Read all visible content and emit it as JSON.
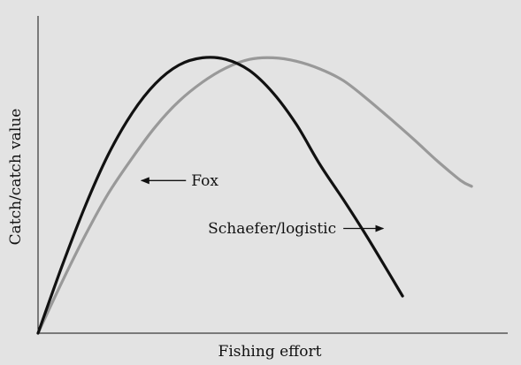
{
  "chart_data": {
    "type": "line",
    "title": "",
    "xlabel": "Fishing effort",
    "ylabel": "Catch/catch value",
    "xlim": [
      0,
      10
    ],
    "ylim": [
      0,
      10
    ],
    "grid": false,
    "tick_labels": false,
    "series": [
      {
        "id": "schaefer",
        "color": "#111111",
        "x": [
          0,
          0.5,
          1,
          1.5,
          2,
          2.5,
          3,
          3.5,
          4,
          4.5,
          5,
          5.5,
          6,
          6.5,
          7,
          7.5,
          7.76
        ],
        "y": [
          0,
          2.07,
          3.99,
          5.64,
          6.93,
          7.87,
          8.45,
          8.68,
          8.63,
          8.28,
          7.58,
          6.58,
          5.32,
          4.21,
          3.05,
          1.82,
          1.17
        ]
      },
      {
        "id": "fox",
        "color": "#999999",
        "x": [
          0,
          0.5,
          1,
          1.5,
          2,
          2.5,
          3,
          3.5,
          4,
          4.5,
          5,
          5.5,
          6,
          6.5,
          7,
          7.5,
          8,
          8.5,
          9,
          9.23
        ],
        "y": [
          0,
          1.58,
          3.07,
          4.41,
          5.51,
          6.51,
          7.31,
          7.91,
          8.36,
          8.63,
          8.68,
          8.57,
          8.33,
          7.96,
          7.39,
          6.76,
          6.11,
          5.43,
          4.81,
          4.63
        ]
      }
    ],
    "annotations": [
      {
        "id": "fox",
        "text": "Fox",
        "arrow_from": [
          3.15,
          4.81
        ],
        "arrow_to": [
          2.2,
          4.81
        ]
      },
      {
        "id": "schaefer",
        "text": "Schaefer/logistic",
        "arrow_from": [
          6.5,
          3.3
        ],
        "arrow_to": [
          7.35,
          3.3
        ]
      }
    ]
  }
}
